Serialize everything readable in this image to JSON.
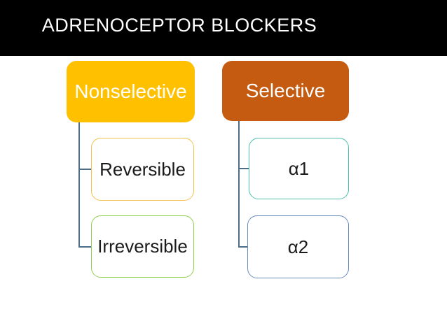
{
  "header": {
    "title": "ADRENOCEPTOR BLOCKERS",
    "bg": "#000000",
    "text_color": "#ffffff"
  },
  "diagram": {
    "type": "hierarchy",
    "connector_color": "#4e6e87",
    "columns": [
      {
        "parent": {
          "label": "Nonselective",
          "fill": "#ffc000",
          "text_color": "#ffffff"
        },
        "children": [
          {
            "label": "Reversible",
            "border": "#f2c24e"
          },
          {
            "label": "Irreversible",
            "border": "#90d051"
          }
        ]
      },
      {
        "parent": {
          "label": "Selective",
          "fill": "#c55a11",
          "text_color": "#ffffff"
        },
        "children": [
          {
            "label": "α1",
            "border": "#4ec0ad"
          },
          {
            "label": "α2",
            "border": "#6a8cbe"
          }
        ]
      }
    ]
  }
}
